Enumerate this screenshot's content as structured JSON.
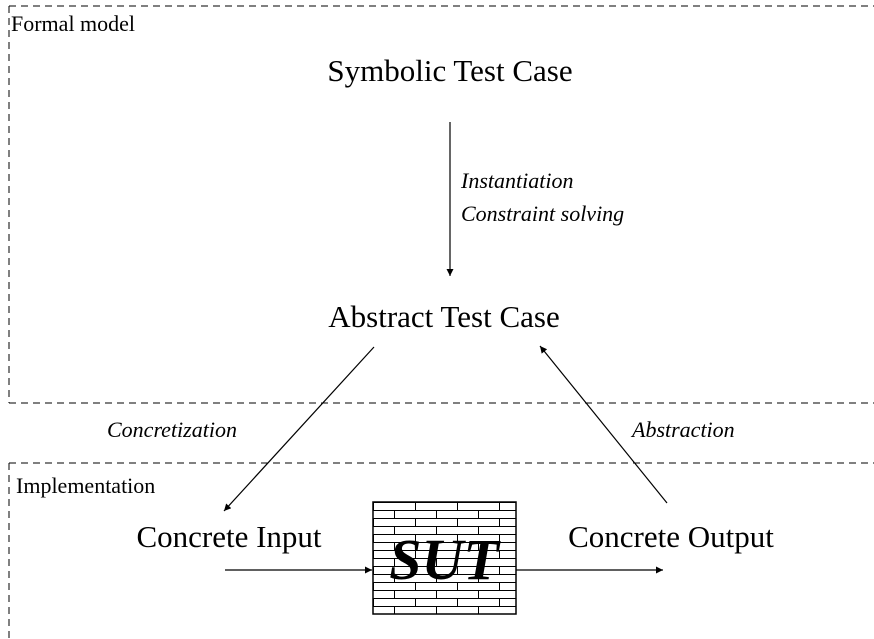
{
  "regions": {
    "formal_model": "Formal model",
    "implementation": "Implementation"
  },
  "nodes": {
    "symbolic_test_case": "Symbolic Test Case",
    "abstract_test_case": "Abstract Test Case",
    "concrete_input": "Concrete Input",
    "concrete_output": "Concrete Output",
    "sut": "SUT"
  },
  "edges": {
    "instantiation": "Instantiation",
    "constraint_solving": "Constraint solving",
    "concretization": "Concretization",
    "abstraction": "Abstraction"
  }
}
